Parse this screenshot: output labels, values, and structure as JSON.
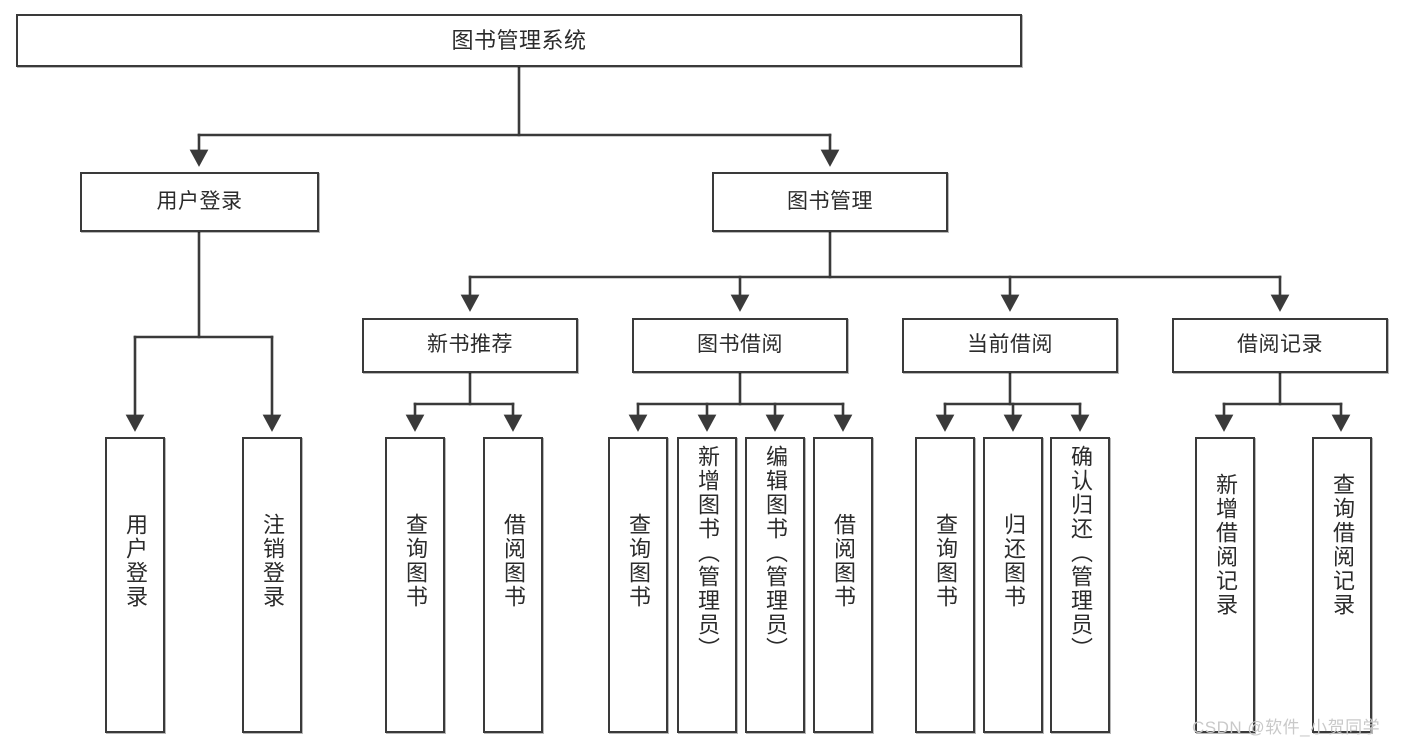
{
  "diagram": {
    "title": "图书管理系统",
    "type": "hierarchy-tree",
    "orientation": "top-down",
    "watermark": "CSDN @软件_小贺同学",
    "colors": {
      "border": "#3a3a3a",
      "fill": "#ffffff",
      "text": "#2b2b2b",
      "edge": "#3a3a3a",
      "watermark": "#c9c9c9"
    },
    "nodes": {
      "root": {
        "label": "图书管理系统",
        "level": 1,
        "text_direction": "horizontal"
      },
      "level2": [
        {
          "id": "user_login",
          "label": "用户登录",
          "text_direction": "horizontal"
        },
        {
          "id": "book_manage",
          "label": "图书管理",
          "text_direction": "horizontal"
        }
      ],
      "level3": [
        {
          "id": "new_book_rec",
          "label": "新书推荐",
          "parent": "book_manage",
          "text_direction": "horizontal"
        },
        {
          "id": "book_borrow",
          "label": "图书借阅",
          "parent": "book_manage",
          "text_direction": "horizontal"
        },
        {
          "id": "current_borrow",
          "label": "当前借阅",
          "parent": "book_manage",
          "text_direction": "horizontal"
        },
        {
          "id": "borrow_record",
          "label": "借阅记录",
          "parent": "book_manage",
          "text_direction": "horizontal"
        }
      ],
      "leaves": [
        {
          "id": "leaf_user_login",
          "label": "用户登录",
          "parent": "user_login",
          "text_direction": "vertical"
        },
        {
          "id": "leaf_logout",
          "label": "注销登录",
          "parent": "user_login",
          "text_direction": "vertical"
        },
        {
          "id": "leaf_query_book_1",
          "label": "查询图书",
          "parent": "new_book_rec",
          "text_direction": "vertical"
        },
        {
          "id": "leaf_borrow_book_1",
          "label": "借阅图书",
          "parent": "new_book_rec",
          "text_direction": "vertical"
        },
        {
          "id": "leaf_query_book_2",
          "label": "查询图书",
          "parent": "book_borrow",
          "text_direction": "vertical"
        },
        {
          "id": "leaf_add_book",
          "label": "新增图书（管理员）",
          "parent": "book_borrow",
          "text_direction": "vertical"
        },
        {
          "id": "leaf_edit_book",
          "label": "编辑图书（管理员）",
          "parent": "book_borrow",
          "text_direction": "vertical"
        },
        {
          "id": "leaf_borrow_book_2",
          "label": "借阅图书",
          "parent": "book_borrow",
          "text_direction": "vertical"
        },
        {
          "id": "leaf_query_book_3",
          "label": "查询图书",
          "parent": "current_borrow",
          "text_direction": "vertical"
        },
        {
          "id": "leaf_return_book",
          "label": "归还图书",
          "parent": "current_borrow",
          "text_direction": "vertical"
        },
        {
          "id": "leaf_confirm_return",
          "label": "确认归还（管理员）",
          "parent": "current_borrow",
          "text_direction": "vertical"
        },
        {
          "id": "leaf_add_record",
          "label": "新增借阅记录",
          "parent": "borrow_record",
          "text_direction": "vertical"
        },
        {
          "id": "leaf_query_record",
          "label": "查询借阅记录",
          "parent": "borrow_record",
          "text_direction": "vertical"
        }
      ]
    }
  }
}
